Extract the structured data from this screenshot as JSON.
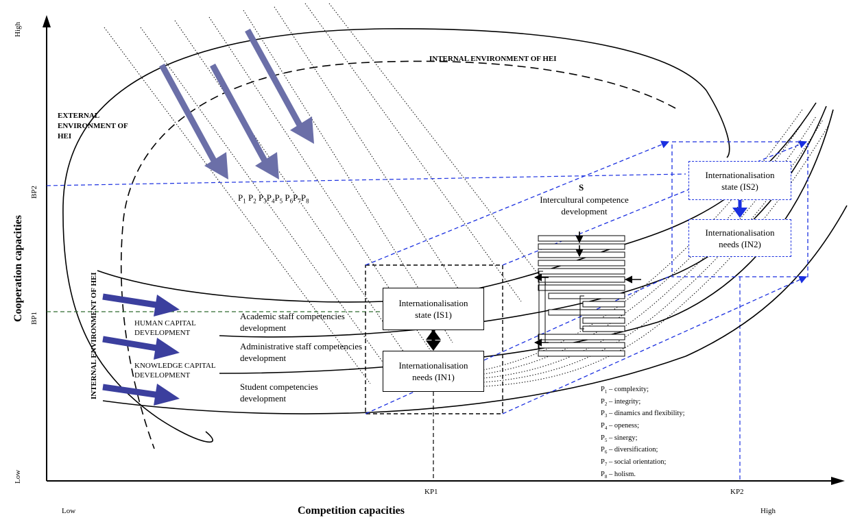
{
  "axes": {
    "x_title": "Competition capacities",
    "y_title": "Cooperation capacities",
    "x_low": "Low",
    "x_high": "High",
    "y_low": "Low",
    "y_high": "High",
    "x_ticks": [
      "KP1",
      "KP2"
    ],
    "y_ticks": [
      "BP1",
      "BP2"
    ]
  },
  "environments": {
    "external": "EXTERNAL ENVIRONMENT OF HEI",
    "internal_top": "INTERNAL ENVIRONMENT OF HEI",
    "internal_vertical": "INTERNAL ENVIRONMENT OF HEI"
  },
  "capital": {
    "human": "HUMAN CAPITAL DEVELOPMENT",
    "knowledge": "KNOWLEDGE CAPITAL DEVELOPMENT"
  },
  "competencies": {
    "academic": "Academic staff competencies development",
    "administrative": "Administrative staff competencies development",
    "student": "Student competencies development"
  },
  "boxes": {
    "is1": "Internationalisation state (IS1)",
    "in1": "Internationalisation needs (IN1)",
    "is2": "Internationalisation state (IS2)",
    "in2": "Internationalisation needs (IN2)"
  },
  "center": {
    "s": "S",
    "intercultural": "Intercultural competence development"
  },
  "principles": {
    "letter": "P",
    "list": [
      "1",
      "2",
      "3",
      "4",
      "5",
      "6",
      "7",
      "8"
    ]
  },
  "legend": [
    {
      "sub": "1",
      "text": " – complexity;"
    },
    {
      "sub": "2",
      "text": " – integrity;"
    },
    {
      "sub": "3",
      "text": " – dinamics and flexibility;"
    },
    {
      "sub": "4",
      "text": " – openess;"
    },
    {
      "sub": "5",
      "text": " – sinergy;"
    },
    {
      "sub": "6",
      "text": " – diversification;"
    },
    {
      "sub": "7",
      "text": " – social orientation;"
    },
    {
      "sub": "8",
      "text": " – holism."
    }
  ],
  "colors": {
    "blue_dashed": "#1a2fe0",
    "purple_arrow": "#6b6fa8",
    "indigo_arrow": "#3b3f9e",
    "green_dashed": "#2f6b2f"
  }
}
